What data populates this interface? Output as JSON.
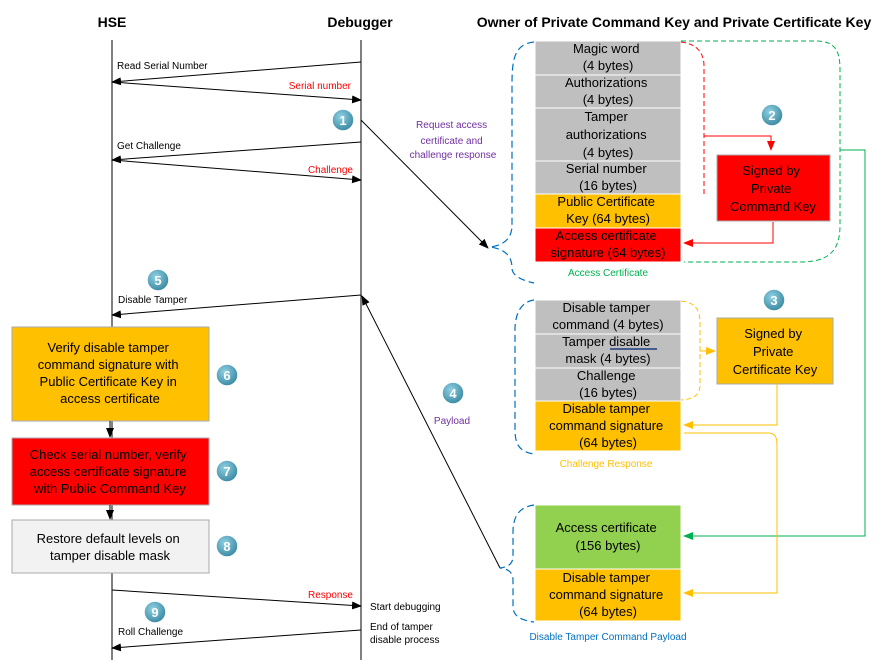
{
  "headers": {
    "hse": "HSE",
    "debugger": "Debugger",
    "owner": "Owner of Private Command Key and Private Certificate Key"
  },
  "messages": {
    "read_serial": "Read Serial Number",
    "serial_number": "Serial number",
    "get_challenge": "Get Challenge",
    "challenge": "Challenge",
    "request_access": [
      "Request access",
      "certificate and",
      "challenge response"
    ],
    "disable_tamper": "Disable Tamper",
    "payload": "Payload",
    "response": "Response",
    "start_debugging": "Start debugging",
    "end_tamper": [
      "End of tamper",
      "disable process"
    ],
    "roll_challenge": "Roll Challenge"
  },
  "steps": {
    "s1": "1",
    "s2": "2",
    "s3": "3",
    "s4": "4",
    "s5": "5",
    "s6": "6",
    "s7": "7",
    "s8": "8",
    "s9": "9"
  },
  "access_certificate": {
    "label": "Access Certificate",
    "fields": [
      [
        "Magic word",
        "(4 bytes)"
      ],
      [
        "Authorizations",
        "(4 bytes)"
      ],
      [
        "Tamper",
        "authorizations",
        "(4 bytes)"
      ],
      [
        "Serial number",
        "(16 bytes)"
      ],
      [
        "Public Certificate",
        "Key (64 bytes)"
      ],
      [
        "Access certificate",
        "signature (64 bytes)"
      ]
    ]
  },
  "signed_command_key": [
    "Signed by",
    "Private",
    "Command Key"
  ],
  "challenge_response": {
    "label": "Challenge Response",
    "fields": [
      [
        "Disable tamper",
        "command (4 bytes)"
      ],
      [
        "Tamper disable",
        "mask (4 bytes)"
      ],
      [
        "Challenge",
        "(16 bytes)"
      ],
      [
        "Disable tamper",
        "command signature",
        "(64 bytes)"
      ]
    ]
  },
  "signed_certificate_key": [
    "Signed by",
    "Private",
    "Certificate Key"
  ],
  "payload_box": {
    "label": "Disable Tamper Command Payload",
    "fields": [
      [
        "Access certificate",
        "(156 bytes)"
      ],
      [
        "Disable tamper",
        "command signature",
        "(64 bytes)"
      ]
    ]
  },
  "hse_actions": {
    "verify_disable": [
      "Verify disable tamper",
      "command signature with",
      "Public Certificate Key in",
      "access certificate"
    ],
    "check_serial": [
      "Check serial number, verify",
      "access certificate signature",
      "with Public Command Key"
    ],
    "restore_default": [
      "Restore default levels on",
      "tamper disable mask"
    ]
  },
  "colors": {
    "gray_field": "#bfbfbf",
    "orange": "#ffc000",
    "red": "#ff0000",
    "green": "#92d050",
    "light_gray": "#f2f2f2",
    "step_circle": "#4a9ab0",
    "msg_red": "#ff0000",
    "msg_purple": "#7030a0",
    "label_green": "#00b050",
    "label_orange": "#ffc000",
    "label_blue": "#0070c0",
    "dash_blue": "#0070c0",
    "dash_red": "#ff0000",
    "dash_green": "#00b050",
    "dash_orange": "#ffc000"
  }
}
